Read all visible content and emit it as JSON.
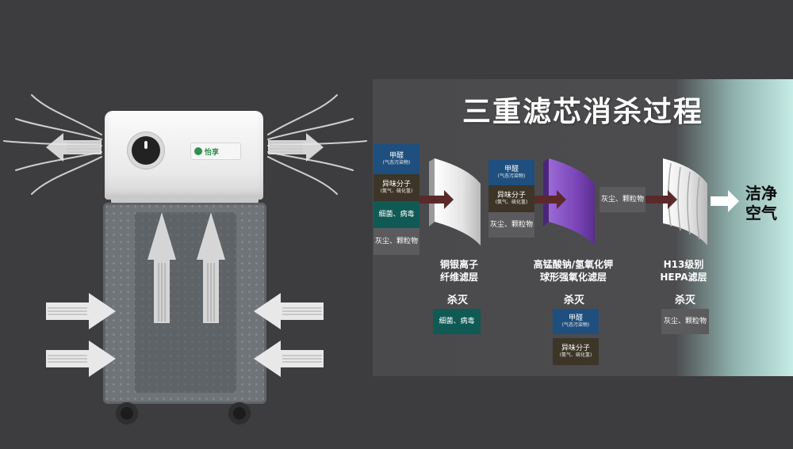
{
  "title": "三重滤芯消杀过程",
  "brand": "怡享",
  "stage1": {
    "inputs": [
      {
        "label": "甲醛",
        "sub": "(气态污染物)",
        "color": "#1e4f7f"
      },
      {
        "label": "异味分子",
        "sub": "(氨气、硫化氢)",
        "color": "#3d3527"
      },
      {
        "label": "细菌、病毒",
        "sub": "",
        "color": "#0f5a55"
      },
      {
        "label": "灰尘、颗粒物",
        "sub": "",
        "color": "#5b5b5d"
      }
    ],
    "caption_line1": "铜银离子",
    "caption_line2": "纤维滤层",
    "kill_label": "杀灭",
    "killed": [
      {
        "label": "细菌、病毒",
        "sub": "",
        "color": "#0f5a55"
      }
    ]
  },
  "stage2": {
    "inputs": [
      {
        "label": "甲醛",
        "sub": "(气态污染物)",
        "color": "#1e4f7f"
      },
      {
        "label": "异味分子",
        "sub": "(氨气、硫化氢)",
        "color": "#3d3527"
      },
      {
        "label": "灰尘、颗粒物",
        "sub": "",
        "color": "#5b5b5d"
      }
    ],
    "caption_line1": "高锰酸钠/氢氧化钾",
    "caption_line2": "球形强氧化滤层",
    "kill_label": "杀灭",
    "killed": [
      {
        "label": "甲醛",
        "sub": "(气态污染物)",
        "color": "#1e4f7f"
      },
      {
        "label": "异味分子",
        "sub": "(氨气、硫化氢)",
        "color": "#3d3527"
      }
    ]
  },
  "stage3": {
    "inputs": [
      {
        "label": "灰尘、颗粒物",
        "sub": "",
        "color": "#5b5b5d"
      }
    ],
    "caption_line1": "H13级别",
    "caption_line2": "HEPA滤层",
    "kill_label": "杀灭",
    "killed": [
      {
        "label": "灰尘、颗粒物",
        "sub": "",
        "color": "#5b5b5d"
      }
    ]
  },
  "output": {
    "line1": "洁净",
    "line2": "空气"
  },
  "colors": {
    "formaldehyde": "#1e4f7f",
    "odor": "#3d3527",
    "bacteria": "#0f5a55",
    "dust": "#5b5b5d",
    "flow_arrow": "#5a2a2a",
    "oxidation_filter": "#7b45b8"
  }
}
